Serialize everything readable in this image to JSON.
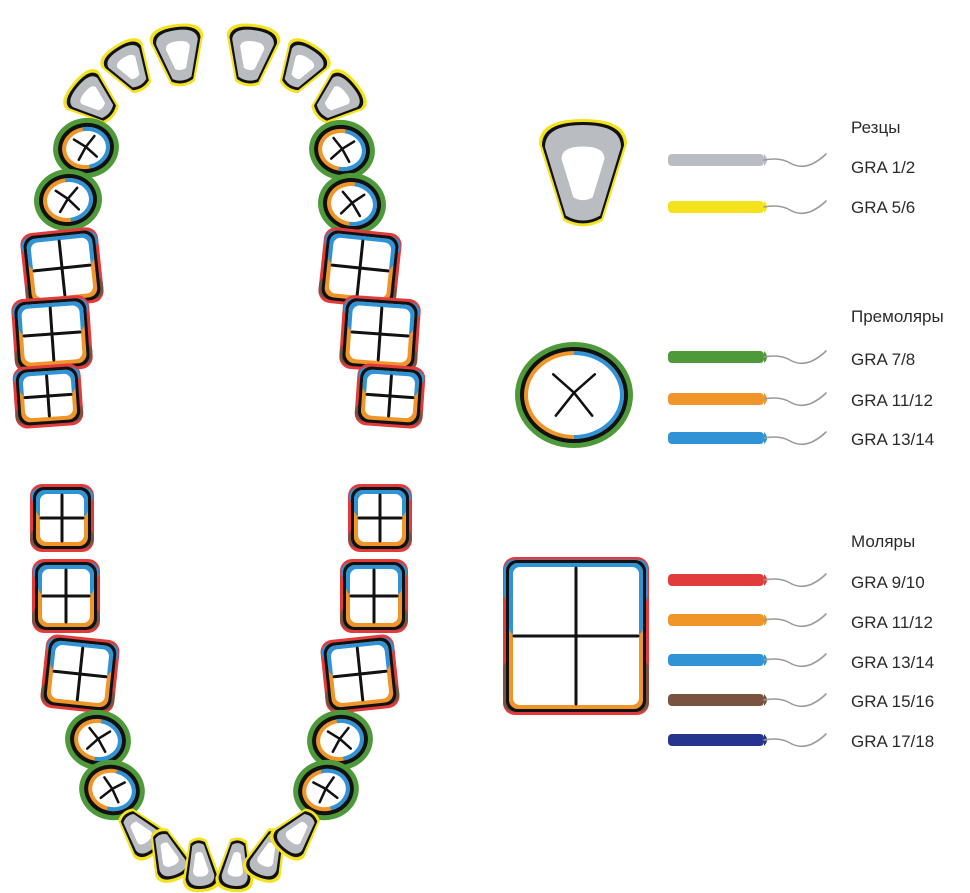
{
  "colors": {
    "gray": "#b9bcc0",
    "yellow": "#f5e21e",
    "green": "#4e9a3a",
    "orange": "#f0952a",
    "blue": "#2f93d6",
    "red": "#e23b3b",
    "brown": "#7a5240",
    "navy": "#25358e",
    "outline": "#111111"
  },
  "groups": [
    {
      "title": "Резцы",
      "tooth_type": "incisor",
      "instruments": [
        {
          "label": "GRA 1/2",
          "color": "#b9bcc0"
        },
        {
          "label": "GRA 5/6",
          "color": "#f5e21e"
        }
      ]
    },
    {
      "title": "Премоляры",
      "tooth_type": "premolar",
      "instruments": [
        {
          "label": "GRA 7/8",
          "color": "#4e9a3a"
        },
        {
          "label": "GRA 11/12",
          "color": "#f0952a"
        },
        {
          "label": "GRA 13/14",
          "color": "#2f93d6"
        }
      ]
    },
    {
      "title": "Моляры",
      "tooth_type": "molar",
      "instruments": [
        {
          "label": "GRA 9/10",
          "color": "#e23b3b"
        },
        {
          "label": "GRA 11/12",
          "color": "#f0952a"
        },
        {
          "label": "GRA 13/14",
          "color": "#2f93d6"
        },
        {
          "label": "GRA 15/16",
          "color": "#7a5240"
        },
        {
          "label": "GRA 17/18",
          "color": "#25358e"
        }
      ]
    }
  ]
}
